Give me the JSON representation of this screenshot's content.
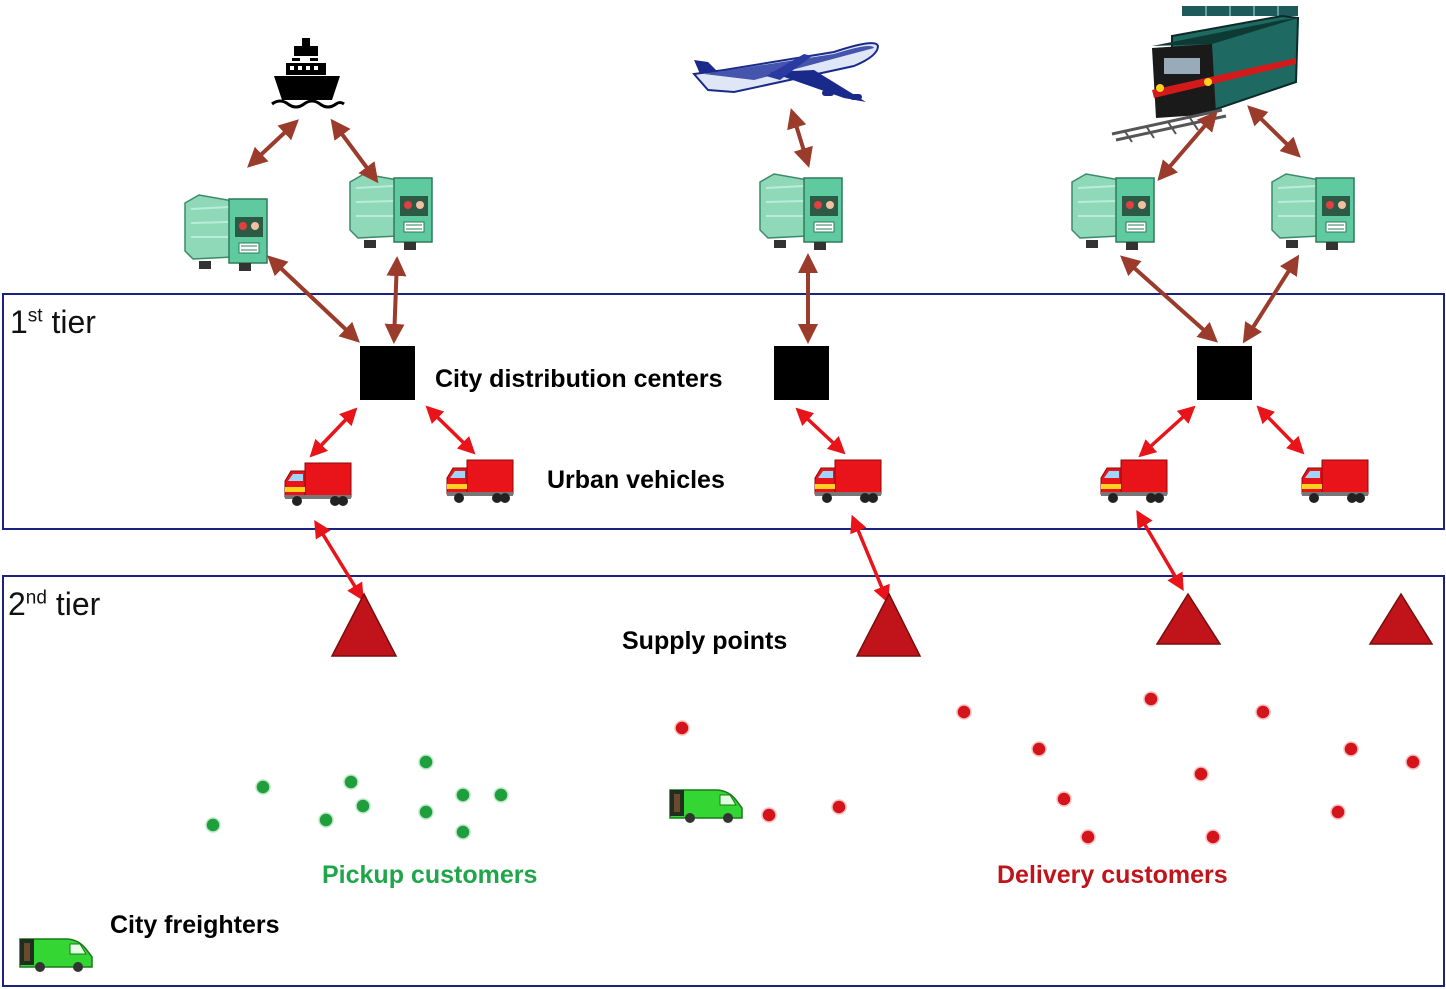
{
  "tiers": {
    "first": {
      "num": "1",
      "suffix": "st",
      "word": "tier"
    },
    "second": {
      "num": "2",
      "suffix": "nd",
      "word": "tier"
    }
  },
  "labels": {
    "city_distribution_centers": "City distribution centers",
    "urban_vehicles": "Urban vehicles",
    "supply_points": "Supply points",
    "pickup_customers": "Pickup customers",
    "delivery_customers": "Delivery customers",
    "city_freighters": "City freighters"
  },
  "colors": {
    "tier_border": "#1a237e",
    "link_brown": "#9b3b2b",
    "link_red": "#e8141a",
    "supply_point": "#c0141a",
    "pickup_dot": "#1f9e3e",
    "delivery_dot": "#d4141a",
    "long_haul_truck": "#5fc9a0",
    "urban_truck": "#e8141a",
    "city_freighter": "#33d633"
  },
  "icons": {
    "ship": "ship-icon",
    "airplane": "airplane-icon",
    "train": "train-icon",
    "long_haul_truck": "long-haul-truck-icon",
    "urban_truck": "urban-truck-icon",
    "city_freighter": "city-freighter-van-icon",
    "distribution_center": "distribution-center-square",
    "supply_point": "supply-point-triangle"
  }
}
